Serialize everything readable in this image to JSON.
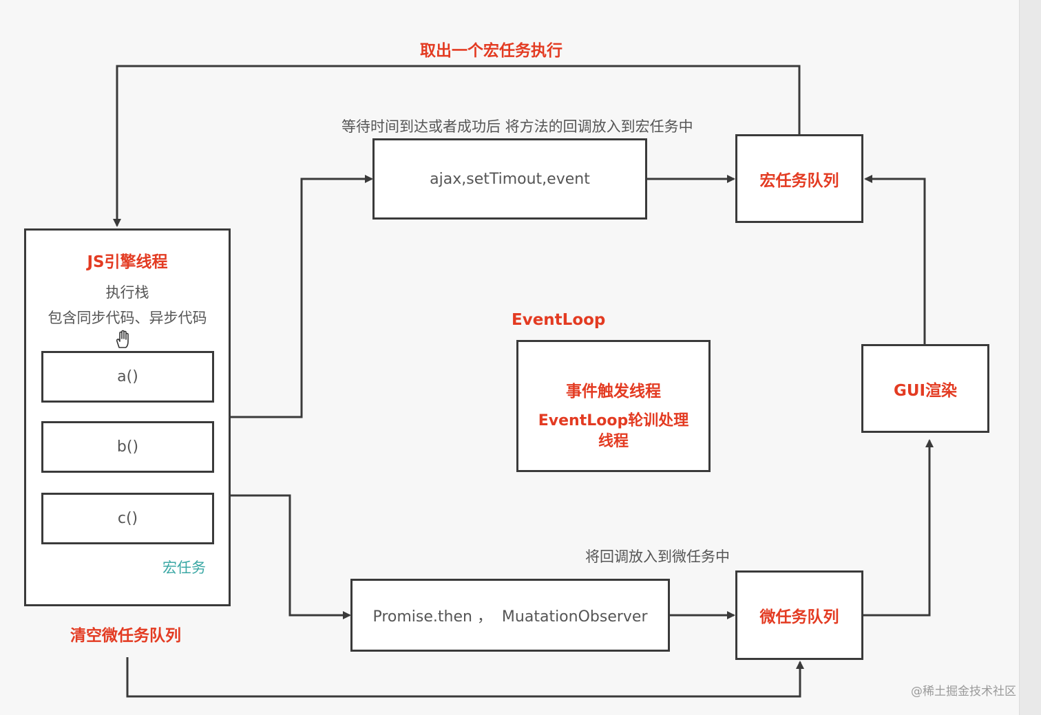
{
  "labels": {
    "take_macro": "取出一个宏任务执行",
    "wait_note": "等待时间到达或者成功后 将方法的回调放入到宏任务中",
    "micro_note": "将回调放入到微任务中",
    "eventloop_title": "EventLoop",
    "clear_micro": "清空微任务队列"
  },
  "js_engine": {
    "title": "JS引擎线程",
    "subtitle": "执行栈",
    "desc": "包含同步代码、异步代码",
    "stack": [
      "a()",
      "b()",
      "c()"
    ],
    "tag": "宏任务"
  },
  "nodes": {
    "async_apis": "ajax,setTimout,event",
    "macro_queue": "宏任务队列",
    "micro_apis": "Promise.then ，  MuatationObserver",
    "micro_queue": "微任务队列",
    "gui": "GUI渲染",
    "event_thread_line1": "事件触发线程",
    "event_thread_line2": "EventLoop轮训处理",
    "event_thread_line3": "线程"
  },
  "watermark": "@稀土掘金技术社区",
  "colors": {
    "accent_red": "#e33b22",
    "line": "#3a3a3a",
    "teal": "#3aa7a4"
  }
}
